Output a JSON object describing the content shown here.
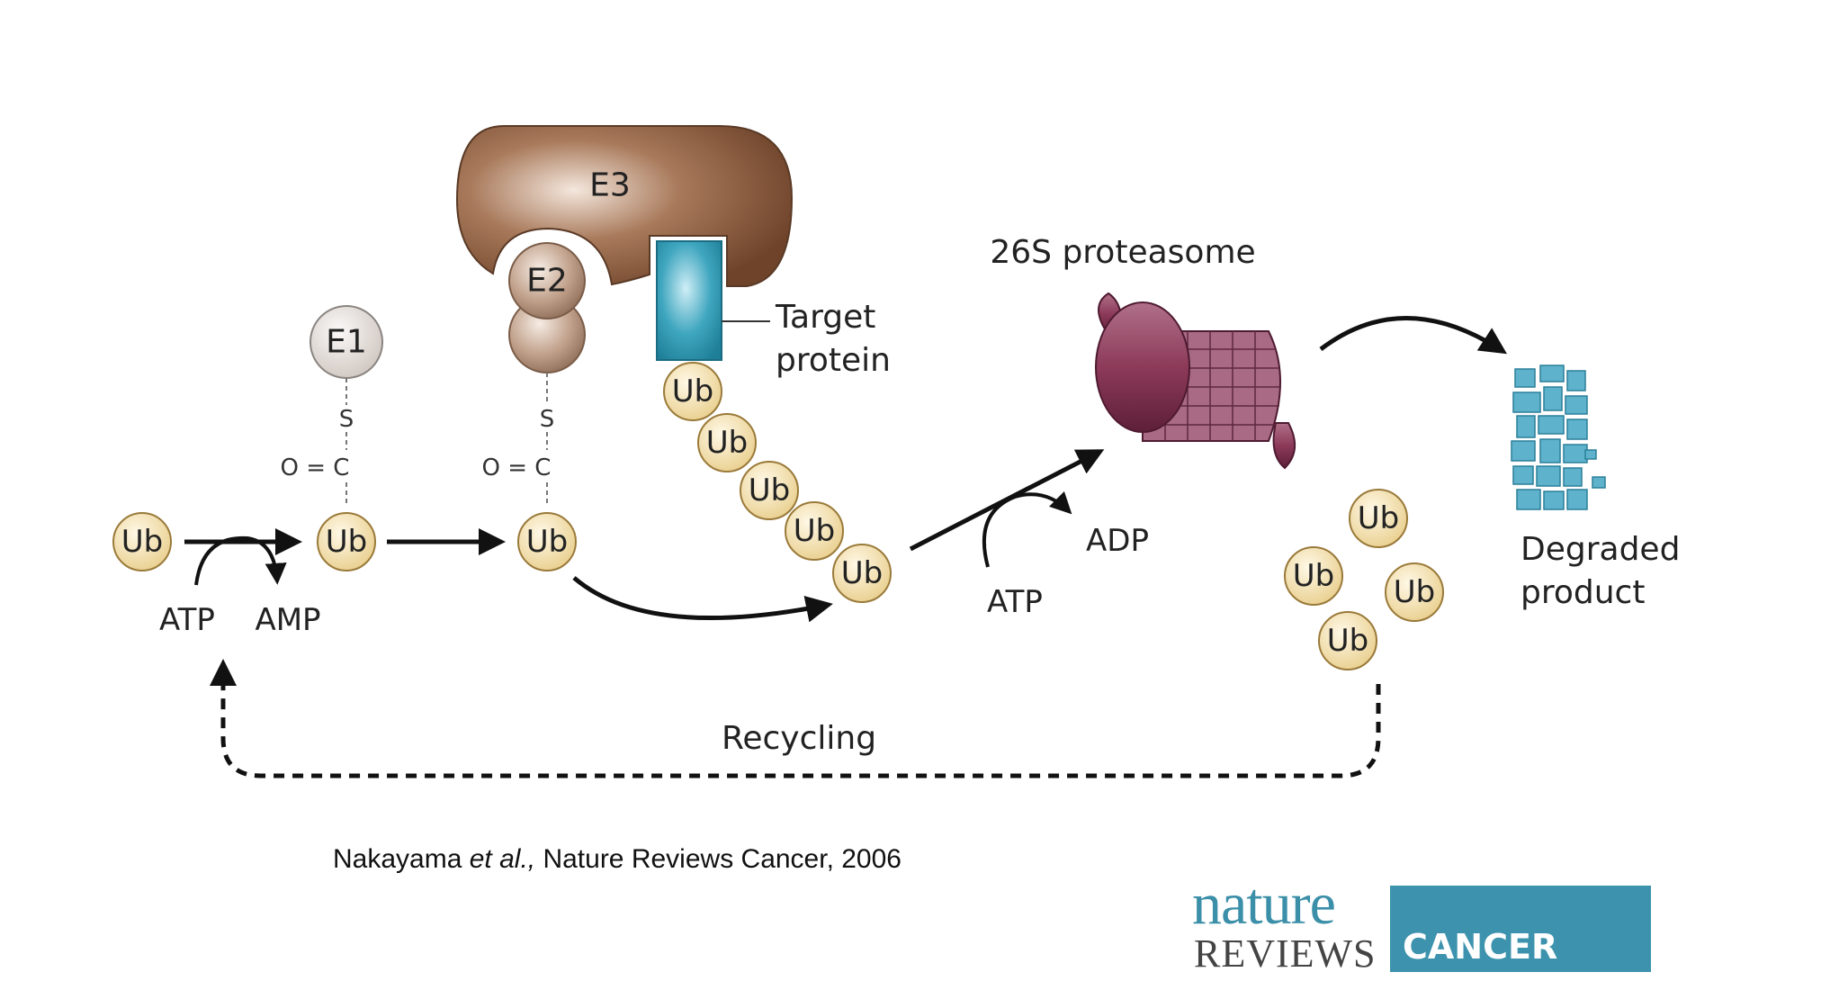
{
  "labels": {
    "e3": "E3",
    "e2": "E2",
    "e1": "E1",
    "target_protein_line1": "Target",
    "target_protein_line2": "protein",
    "proteasome": "26S proteasome",
    "degraded_line1": "Degraded",
    "degraded_line2": "product",
    "atp_1": "ATP",
    "amp": "AMP",
    "atp_2": "ATP",
    "adp": "ADP",
    "recycling": "Recycling",
    "s_1": "S",
    "s_2": "S",
    "oc_1": "O = C",
    "oc_2": "O = C"
  },
  "ub_label": "Ub",
  "citation": {
    "authors": "Nakayama ",
    "etal": "et al.,",
    "journal": " Nature Reviews Cancer, 2006"
  },
  "logo": {
    "nature": "nature",
    "reviews": "REVIEWS",
    "cancer": "CANCER"
  },
  "colors": {
    "e3": "#8a5a3c",
    "e2": "#b89880",
    "e1": "#e6e0dc",
    "ub": "#f3dca4",
    "target": "#2f9ab3",
    "proteasome": "#8c3a58",
    "degraded": "#5fb2cc",
    "logo_accent": "#3d93ad"
  }
}
